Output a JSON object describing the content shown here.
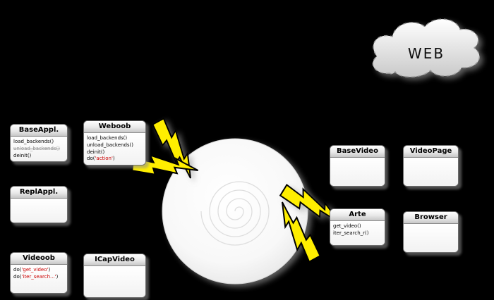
{
  "cloud": {
    "label": "WEB"
  },
  "boxes": {
    "baseappl": {
      "title": "BaseAppl.",
      "lines": [
        {
          "pre": "load_backends()",
          "str": "",
          "post": ""
        },
        {
          "pre": "unload_backends()",
          "str": "",
          "post": ""
        },
        {
          "pre": "deinit()",
          "str": "",
          "post": ""
        }
      ]
    },
    "weboob": {
      "title": "Weboob",
      "lines": [
        {
          "pre": "load_backends()",
          "str": "",
          "post": ""
        },
        {
          "pre": "unload_backends()",
          "str": "",
          "post": ""
        },
        {
          "pre": "deinit()",
          "str": "",
          "post": ""
        },
        {
          "pre": "do(",
          "str": "'action'",
          "post": ")"
        }
      ]
    },
    "replappl": {
      "title": "ReplAppl."
    },
    "videoob": {
      "title": "Videoob",
      "lines": [
        {
          "pre": "do(",
          "str": "'get_video'",
          "post": ")"
        },
        {
          "pre": "do(",
          "str": "'iter_search...'",
          "post": ")"
        }
      ]
    },
    "icapvideo": {
      "title": "ICapVideo"
    },
    "basevideo": {
      "title": "BaseVideo"
    },
    "videopage": {
      "title": "VideoPage"
    },
    "arte": {
      "title": "Arte",
      "lines": [
        {
          "pre": "get_video()",
          "str": "",
          "post": ""
        },
        {
          "pre": "iter_search_r()",
          "str": "",
          "post": ""
        }
      ]
    },
    "browser": {
      "title": "Browser"
    }
  },
  "colors": {
    "background": "#000000",
    "string_red": "#cc0000",
    "bolt_yellow": "#ffee00",
    "box_border": "#6e6e6e"
  }
}
